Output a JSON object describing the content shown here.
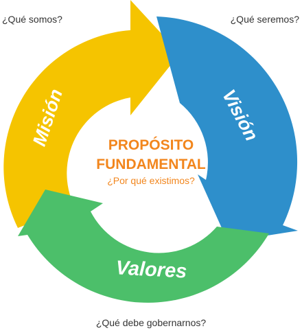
{
  "segments": [
    {
      "id": "mision",
      "label": "Misión",
      "question": "¿Qué somos?",
      "color": "#f5c400"
    },
    {
      "id": "vision",
      "label": "Visión",
      "question": "¿Qué seremos?",
      "color": "#2e8fcb"
    },
    {
      "id": "valores",
      "label": "Valores",
      "question": "¿Qué debe gobernarnos?",
      "color": "#4cbf6a"
    }
  ],
  "center": {
    "title_line1": "PROPÓSITO",
    "title_line2": "FUNDAMENTAL",
    "subtitle": "¿Por qué existimos?",
    "color": "#f2861d"
  }
}
